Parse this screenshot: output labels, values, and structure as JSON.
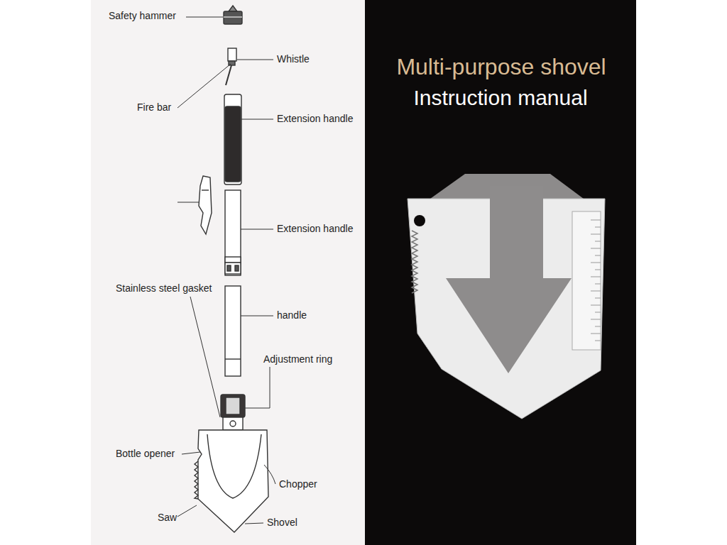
{
  "diagram": {
    "title": "Multi-purpose shovel",
    "labels": [
      "Safety hammer",
      "Whistle",
      "Fire bar",
      "Extension handle",
      "Extension handle",
      "Stainless steel gasket",
      "handle",
      "Adjustment ring",
      "Bottle opener",
      "Chopper",
      "Saw",
      "Shovel",
      "Instruction manual"
    ]
  }
}
